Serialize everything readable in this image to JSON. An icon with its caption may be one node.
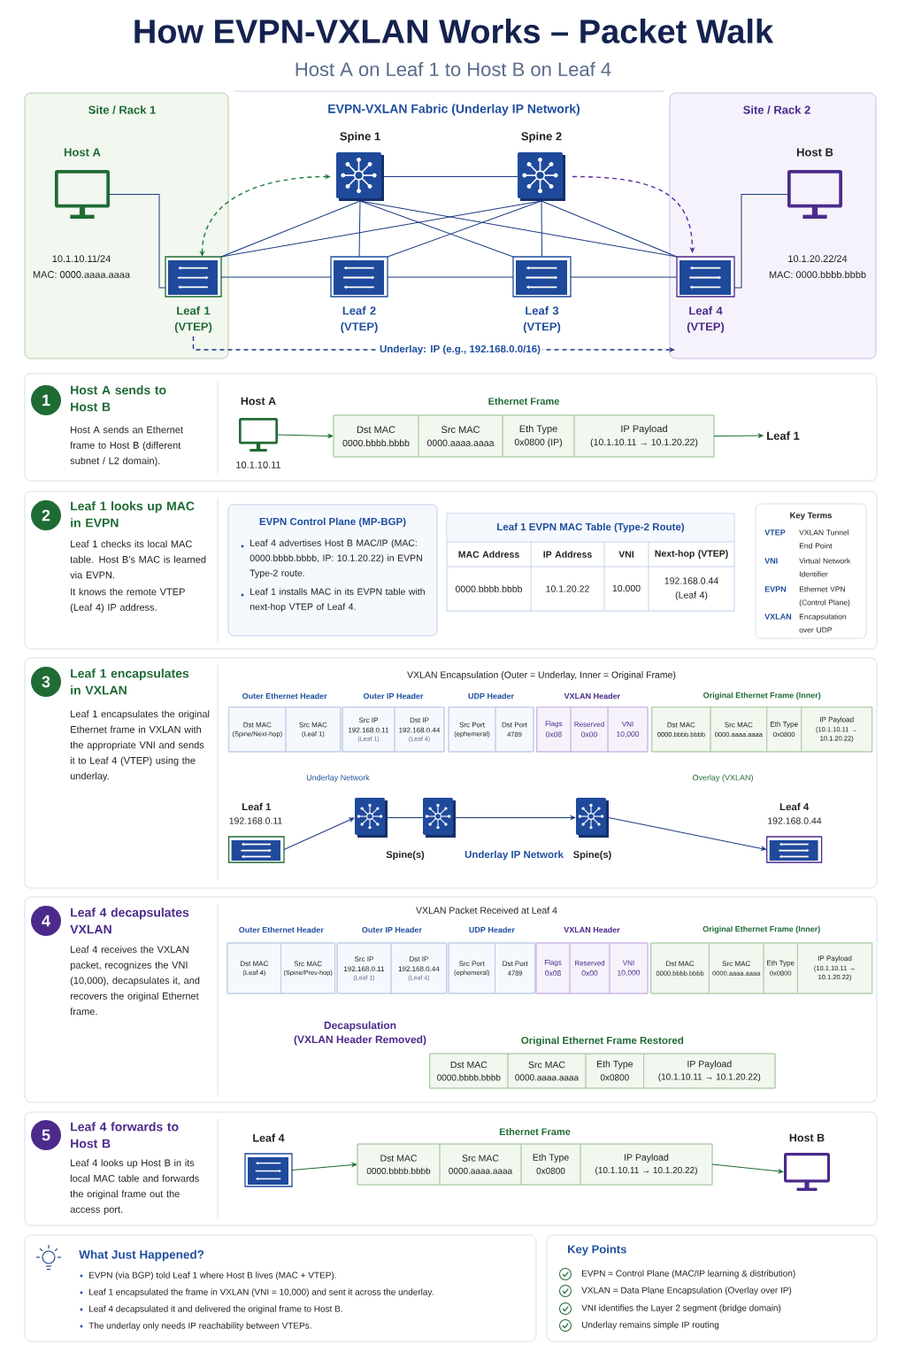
{
  "diagram": {
    "title": "How EVPN-VXLAN Works – Packet Walk",
    "nodes": [
      {
        "text": [
          "Site / Rack 1"
        ]
      },
      {
        "text": [
          "Host A"
        ],
        "in": 0,
        "beside": [
          "10.1.10.11/24",
          "MAC: 0000.aaaa.aaaa"
        ]
      },
      {
        "text": [
          "Site / Rack 2"
        ]
      },
      {
        "text": [
          "Host B"
        ],
        "in": 2,
        "beside": [
          "10.1.20.22/24",
          "MAC: 0000.bbbb.bbbb"
        ]
      },
      {
        "text": [
          "Spine 1"
        ]
      },
      {
        "text": [
          "Spine 2"
        ]
      },
      {
        "text": [
          "Leaf 1 (VTEP)"
        ],
        "in": 0
      },
      {
        "text": [
          "Leaf 2 (VTEP)"
        ]
      },
      {
        "text": [
          "Leaf 3 (VTEP)"
        ]
      },
      {
        "text": [
          "Leaf 4 (VTEP)"
        ],
        "in": 2
      },
      {
        "text": [
          "Host A sends to Host B",
          "Host A sends an Ethernet frame to Host B (different subnet / L2 domain)."
        ]
      },
      {
        "text": [
          "1"
        ],
        "in": 10
      },
      {
        "text": [
          "Host A"
        ],
        "in": 10,
        "beside": [
          "10.1.10.11"
        ]
      },
      {
        "text": [
          "Ethernet Frame"
        ],
        "in": 10
      },
      {
        "text": [
          "Dst MAC",
          "0000.bbbb.bbbb"
        ],
        "in": 13
      },
      {
        "text": [
          "Src MAC",
          "0000.aaaa.aaaa"
        ],
        "in": 13
      },
      {
        "text": [
          "Eth Type",
          "0x0800 (IP)"
        ],
        "in": 13
      },
      {
        "text": [
          "IP Payload",
          "(10.1.10.11 → 10.1.20.22)"
        ],
        "in": 13
      },
      {
        "text": [
          "Leaf 1"
        ],
        "in": 10
      },
      {
        "text": [
          "Leaf 1 looks up MAC in EVPN",
          "Leaf 1 checks its local MAC table. Host B’s MAC is learned via EVPN.",
          "It knows the remote VTEP (Leaf 4) IP address."
        ]
      },
      {
        "text": [
          "2"
        ],
        "in": 19
      },
      {
        "text": [
          "EVPN Control Plane (MP-BGP)",
          "Leaf 4 advertises Host B MAC/IP (MAC: 0000.bbbb.bbbb, IP: 10.1.20.22) in EVPN Type-2 route.",
          "Leaf 1 installs MAC in its EVPN table with next-hop VTEP of Leaf 4."
        ],
        "in": 19
      },
      {
        "text": [
          "Leaf 1 EVPN MAC Table (Type-2 Route)",
          "MAC Address",
          "IP Address",
          "VNI",
          "Next-hop (VTEP)",
          "0000.bbbb.bbbb",
          "10.1.20.22",
          "10,000",
          "192.168.0.44 (Leaf 4)"
        ],
        "in": 19
      },
      {
        "text": [
          "Key Terms",
          "VTEP",
          "VXLAN Tunnel End Point",
          "VNI",
          "Virtual Network Identifier",
          "EVPN",
          "Ethernet VPN (Control Plane)",
          "VXLAN",
          "Encapsulation over UDP"
        ],
        "in": 19
      },
      {
        "text": [
          "Leaf 1 encapsulates in VXLAN",
          "Leaf 1 encapsulates the original Ethernet frame in VXLAN with the appropriate VNI and sends it to Leaf 4 (VTEP) using the underlay."
        ]
      },
      {
        "text": [
          "3"
        ],
        "in": 24
      },
      {
        "text": [
          "Outer Ethernet Header"
        ],
        "in": 24
      },
      {
        "text": [
          "Dst MAC",
          "(Spine/Next-hop)"
        ],
        "in": 26
      },
      {
        "text": [
          "Src MAC",
          "(Leaf 1)"
        ],
        "in": 26
      },
      {
        "text": [
          "Outer IP Header"
        ],
        "in": 24
      },
      {
        "text": [
          "Src IP",
          "192.168.0.11",
          "(Leaf 1)"
        ],
        "in": 29
      },
      {
        "text": [
          "Dst IP",
          "192.168.0.44",
          "(Leaf 4)"
        ],
        "in": 29
      },
      {
        "text": [
          "UDP Header"
        ],
        "in": 24
      },
      {
        "text": [
          "Src Port",
          "(ephemeral)"
        ],
        "in": 32
      },
      {
        "text": [
          "Dst Port",
          "4789"
        ],
        "in": 32
      },
      {
        "text": [
          "VXLAN Header"
        ],
        "in": 24
      },
      {
        "text": [
          "Flags",
          "0x08"
        ],
        "in": 35
      },
      {
        "text": [
          "Reserved",
          "0x00"
        ],
        "in": 35
      },
      {
        "text": [
          "VNI",
          "10,000"
        ],
        "in": 35
      },
      {
        "text": [
          "Original Ethernet Frame (Inner)"
        ],
        "in": 24
      },
      {
        "text": [
          "Dst MAC",
          "0000.bbbb.bbbb"
        ],
        "in": 39
      },
      {
        "text": [
          "Src MAC",
          "0000.aaaa.aaaa"
        ],
        "in": 39
      },
      {
        "text": [
          "Eth Type",
          "0x0800"
        ],
        "in": 39
      },
      {
        "text": [
          "IP Payload",
          "(10.1.10.11 → 10.1.20.22)"
        ],
        "in": 39
      },
      {
        "text": [
          "Leaf 1"
        ],
        "in": 24,
        "beside": [
          "192.168.0.11"
        ]
      },
      {
        "text": [
          "Spine(s)"
        ],
        "in": 24
      },
      {
        "text": [
          "Spine(s)"
        ],
        "in": 24
      },
      {
        "text": [
          "Leaf 4"
        ],
        "in": 24,
        "beside": [
          "192.168.0.44"
        ]
      },
      {
        "text": [
          "Leaf 4 decapsulates VXLAN",
          "Leaf 4 receives the VXLAN packet, recognizes the VNI (10,000), decapsulates it, and recovers the original Ethernet frame."
        ]
      },
      {
        "text": [
          "4"
        ],
        "in": 48
      },
      {
        "text": [
          "Outer Ethernet Header"
        ],
        "in": 48
      },
      {
        "text": [
          "Dst MAC",
          "(Leaf 4)"
        ],
        "in": 50
      },
      {
        "text": [
          "Src MAC",
          "(Spine/Prev-hop)"
        ],
        "in": 50
      },
      {
        "text": [
          "Outer IP Header"
        ],
        "in": 48
      },
      {
        "text": [
          "Src IP",
          "192.168.0.11",
          "(Leaf 1)"
        ],
        "in": 53
      },
      {
        "text": [
          "Dst IP",
          "192.168.0.44",
          "(Leaf 4)"
        ],
        "in": 53
      },
      {
        "text": [
          "UDP Header"
        ],
        "in": 48
      },
      {
        "text": [
          "Src Port",
          "(ephemeral)"
        ],
        "in": 56
      },
      {
        "text": [
          "Dst Port",
          "4789"
        ],
        "in": 56
      },
      {
        "text": [
          "VXLAN Header"
        ],
        "in": 48
      },
      {
        "text": [
          "Flags",
          "0x08"
        ],
        "in": 59
      },
      {
        "text": [
          "Reserved",
          "0x00"
        ],
        "in": 59
      },
      {
        "text": [
          "VNI",
          "10,000"
        ],
        "in": 59
      },
      {
        "text": [
          "Original Ethernet Frame (Inner)"
        ],
        "in": 48
      },
      {
        "text": [
          "Dst MAC",
          "0000.bbbb.bbbb"
        ],
        "in": 63
      },
      {
        "text": [
          "Src MAC",
          "0000.aaaa.aaaa"
        ],
        "in": 63
      },
      {
        "text": [
          "Eth Type",
          "0x0800"
        ],
        "in": 63
      },
      {
        "text": [
          "IP Payload",
          "(10.1.10.11 → 10.1.20.22)"
        ],
        "in": 63
      },
      {
        "text": [
          "Original Ethernet Frame Restored"
        ],
        "in": 48
      },
      {
        "text": [
          "Dst MAC",
          "0000.bbbb.bbbb"
        ],
        "in": 68
      },
      {
        "text": [
          "Src MAC",
          "0000.aaaa.aaaa"
        ],
        "in": 68
      },
      {
        "text": [
          "Eth Type",
          "0x0800"
        ],
        "in": 68
      },
      {
        "text": [
          "IP Payload",
          "(10.1.10.11 → 10.1.20.22)"
        ],
        "in": 68
      },
      {
        "text": [
          "Leaf 4 forwards to Host B",
          "Leaf 4 looks up Host B in its local MAC table and forwards the original frame out the access port."
        ]
      },
      {
        "text": [
          "5"
        ],
        "in": 73
      },
      {
        "text": [
          "Leaf 4"
        ],
        "in": 73
      },
      {
        "text": [
          "Ethernet Frame"
        ],
        "in": 73
      },
      {
        "text": [
          "Dst MAC",
          "0000.bbbb.bbbb"
        ],
        "in": 76
      },
      {
        "text": [
          "Src MAC",
          "0000.aaaa.aaaa"
        ],
        "in": 76
      },
      {
        "text": [
          "Eth Type",
          "0x0800"
        ],
        "in": 76
      },
      {
        "text": [
          "IP Payload",
          "(10.1.10.11 → 10.1.20.22)"
        ],
        "in": 76
      },
      {
        "text": [
          "Host B"
        ],
        "in": 73
      },
      {
        "text": [
          "What Just Happened?",
          "EVPN (via BGP) told Leaf 1 where Host B lives (MAC + VTEP).",
          "Leaf 1 encapsulated the frame in VXLAN (VNI = 10,000) and sent it across the underlay.",
          "Leaf 4 decapsulated it and delivered the original frame to Host B.",
          "The underlay only needs IP reachability between VTEPs."
        ]
      },
      {
        "text": [
          "Key Points",
          "EVPN = Control Plane (MAC/IP learning & distribution)",
          "VXLAN = Data Plane Encapsulation (Overlay over IP)",
          "VNI identifies the Layer 2 segment (bridge domain)",
          "Underlay remains simple IP routing"
        ]
      }
    ],
    "edges": [
      {
        "from": 1,
        "to": 6,
        "arrow": "none"
      },
      {
        "from": 3,
        "to": 9,
        "arrow": "none"
      },
      {
        "from": 4,
        "to": 5,
        "arrow": "none"
      },
      {
        "from": 4,
        "to": 6,
        "arrow": "none"
      },
      {
        "from": 4,
        "to": 7,
        "arrow": "none"
      },
      {
        "from": 4,
        "to": 8,
        "arrow": "none"
      },
      {
        "from": 4,
        "to": 9,
        "arrow": "none"
      },
      {
        "from": 5,
        "to": 6,
        "arrow": "none"
      },
      {
        "from": 5,
        "to": 7,
        "arrow": "none"
      },
      {
        "from": 5,
        "to": 8,
        "arrow": "none"
      },
      {
        "from": 5,
        "to": 9,
        "arrow": "none"
      },
      {
        "from": 6,
        "to": 7,
        "arrow": "none"
      },
      {
        "from": 7,
        "to": 8,
        "arrow": "none"
      },
      {
        "from": 8,
        "to": 9,
        "arrow": "none"
      },
      {
        "from": 6,
        "to": 4,
        "arrow": "both",
        "style": "dashed",
        "color": "#1e7a3a"
      },
      {
        "from": 5,
        "to": 9,
        "arrow": "to",
        "style": "dashed",
        "color": "#5b2c9f"
      },
      {
        "from": 6,
        "to": 9,
        "arrow": "to",
        "style": "dashed",
        "label": "Underlay: IP (e.g., 192.168.0.0/16)"
      },
      {
        "from": 12,
        "to": 13,
        "arrow": "to",
        "color": "#1f6b34"
      },
      {
        "from": 13,
        "to": 18,
        "arrow": "to",
        "color": "#1f6b34"
      },
      {
        "from": 44,
        "to": 45,
        "arrow": "to"
      },
      {
        "from": 45,
        "to": 46,
        "arrow": "to",
        "label": "Underlay IP Network"
      },
      {
        "from": 46,
        "to": 47,
        "arrow": "to"
      },
      {
        "from": 75,
        "to": 76,
        "arrow": "to",
        "color": "#1f6b34"
      },
      {
        "from": 76,
        "to": 81,
        "arrow": "to",
        "color": "#1f6b34"
      }
    ],
    "labels": [
      "Host A on Leaf 1 to Host B on Leaf 4",
      "EVPN-VXLAN Fabric (Underlay IP Network)",
      "VXLAN Encapsulation (Outer = Underlay, Inner = Original Frame)",
      "Underlay Network",
      "Overlay (VXLAN)",
      "VXLAN Packet Received at Leaf 4",
      "Decapsulation",
      "(VXLAN Header Removed)"
    ]
  }
}
